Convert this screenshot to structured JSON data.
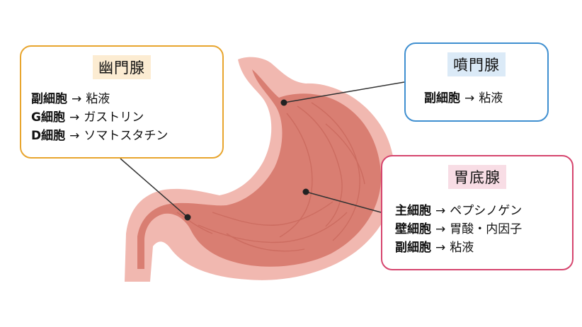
{
  "diagram": {
    "colors": {
      "pyloric_border": "#e8a52e",
      "pyloric_title_bg": "#fcecd2",
      "cardiac_border": "#3f8fd0",
      "cardiac_title_bg": "#dbeaf7",
      "fundic_border": "#d6456e",
      "fundic_title_bg": "#f8dde5",
      "stomach_outer": "#f1b8b0",
      "stomach_inner": "#d97e72",
      "leader_line": "#333333"
    },
    "pyloric": {
      "title": "幽門腺",
      "rows": [
        {
          "cell": "副細胞",
          "arrow": "→",
          "secretion": "粘液"
        },
        {
          "cell": "G細胞",
          "arrow": "→",
          "secretion": "ガストリン"
        },
        {
          "cell": "D細胞",
          "arrow": "→",
          "secretion": "ソマトスタチン"
        }
      ]
    },
    "cardiac": {
      "title": "噴門腺",
      "rows": [
        {
          "cell": "副細胞",
          "arrow": "→",
          "secretion": "粘液"
        }
      ]
    },
    "fundic": {
      "title": "胃底腺",
      "rows": [
        {
          "cell": "主細胞",
          "arrow": "→",
          "secretion": "ペプシノゲン"
        },
        {
          "cell": "壁細胞",
          "arrow": "→",
          "secretion": "胃酸・内因子"
        },
        {
          "cell": "副細胞",
          "arrow": "→",
          "secretion": "粘液"
        }
      ]
    }
  }
}
